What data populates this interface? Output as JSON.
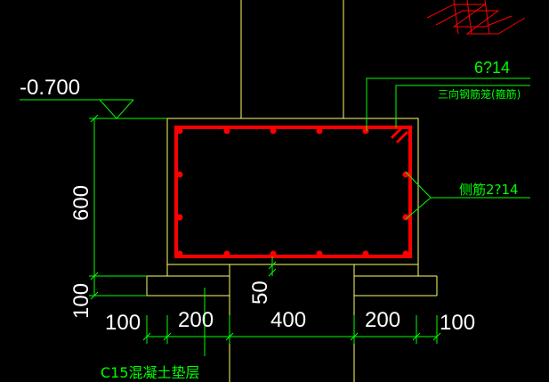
{
  "elevation": {
    "label": "-0.700"
  },
  "dims": {
    "height_main": "600",
    "height_cushion": "100",
    "cover": "50",
    "widths": [
      "100",
      "200",
      "400",
      "200",
      "100"
    ]
  },
  "annotations": {
    "top_bar_count": "6?14",
    "stirrup_label": "三向钢筋笼(箍筋)",
    "side_bar": "侧筋2?14",
    "cushion_label": "C15混凝土垫层"
  },
  "colors": {
    "background": "#000000",
    "concrete": "#ffff66",
    "rebar": "#ff0000",
    "annotation": "#00ff00",
    "text": "#ffffff",
    "hatch": "#ff0000"
  }
}
